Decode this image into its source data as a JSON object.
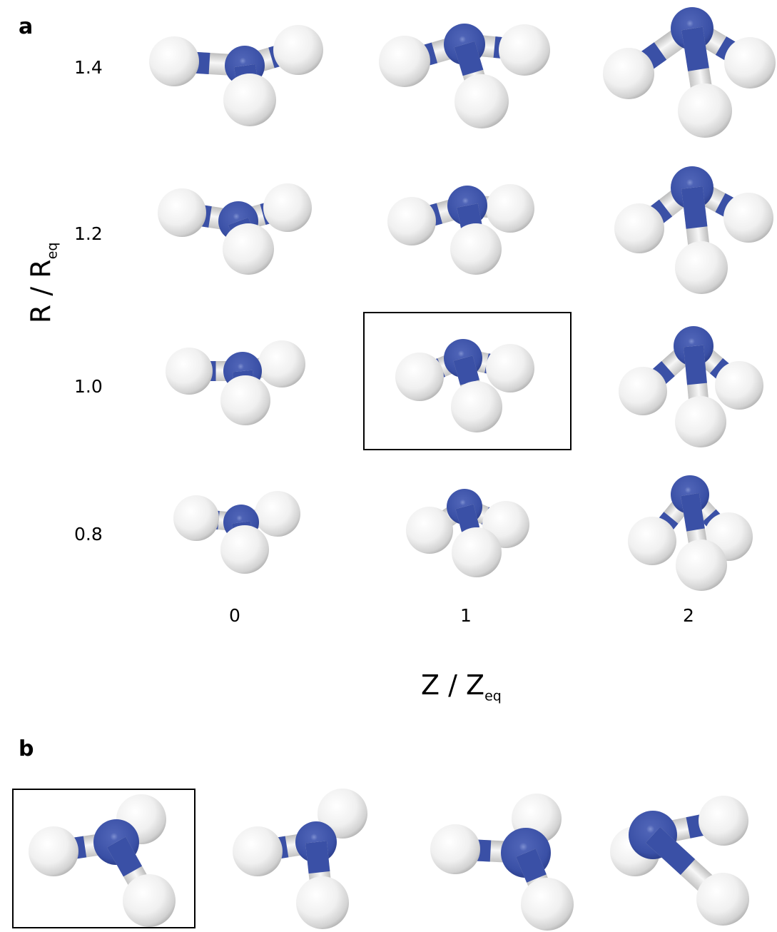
{
  "panel_a": {
    "label": "a",
    "y_axis": {
      "symbol": "R",
      "sep": " / ",
      "base": "R",
      "sub": "eq"
    },
    "x_axis": {
      "symbol": "Z",
      "sep": " / ",
      "base": "Z",
      "sub": "eq"
    },
    "r_values": [
      "1.4",
      "1.2",
      "1.0",
      "0.8"
    ],
    "z_values": [
      "0",
      "1",
      "2"
    ],
    "highlighted": {
      "r": "1.0",
      "z": "1"
    }
  },
  "panel_b": {
    "label": "b",
    "molecule_count": 4,
    "highlighted_index": 0
  },
  "colors": {
    "nitrogen": "#3a50a6",
    "hydrogen": "#f2f2f2",
    "frame": "#000000"
  }
}
